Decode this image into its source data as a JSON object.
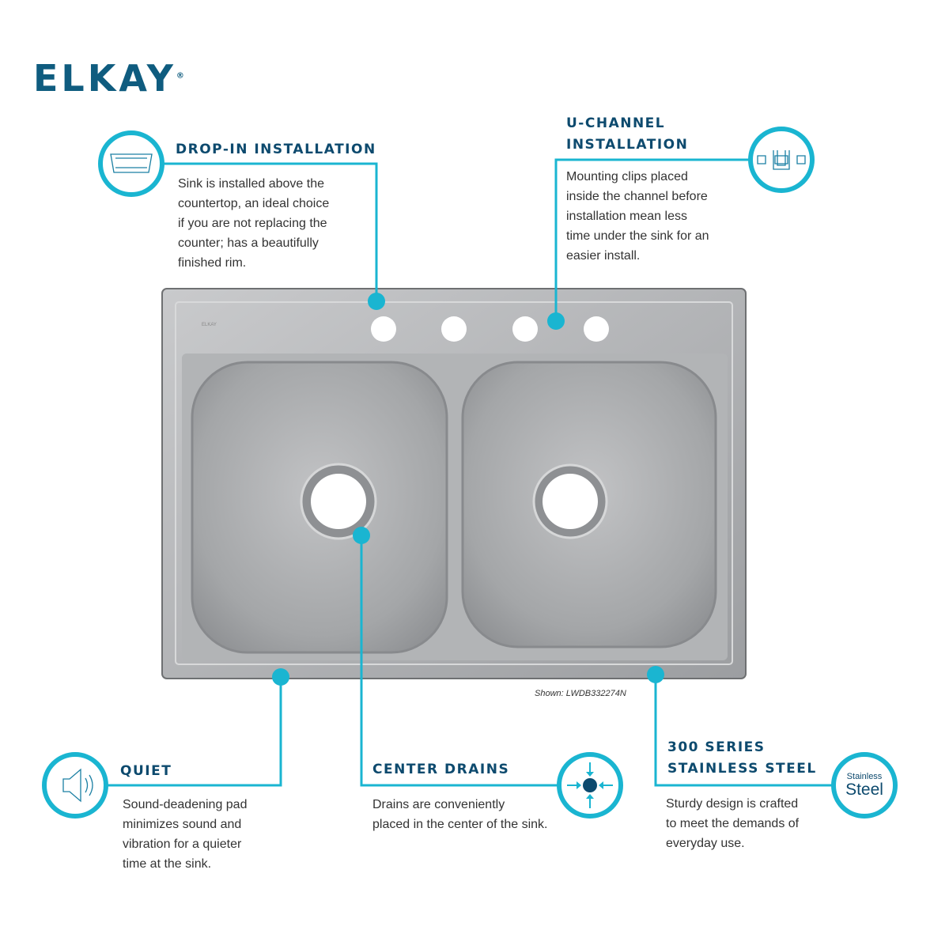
{
  "brand": {
    "name": "ELKAY",
    "mark": "®"
  },
  "colors": {
    "accent": "#1ab5d1",
    "heading": "#0d4a6e",
    "steel": "#a9abad"
  },
  "sink": {
    "caption": "Shown: LWDB332274N",
    "stamp": "ELKAY"
  },
  "callouts": [
    {
      "title": "DROP-IN INSTALLATION",
      "icon": "drop-in-sink-icon",
      "body": [
        "Sink is installed above the",
        "countertop, an ideal choice",
        "if you are not replacing the",
        "counter; has a beautifully",
        "finished rim."
      ]
    },
    {
      "title": [
        "U-CHANNEL",
        "INSTALLATION"
      ],
      "icon": "u-channel-icon",
      "body": [
        "Mounting clips placed",
        "inside the channel before",
        "installation mean less",
        "time under the sink for an",
        "easier install."
      ]
    },
    {
      "title": "QUIET",
      "icon": "speaker-icon",
      "body": [
        "Sound-deadening pad",
        "minimizes sound and",
        "vibration for a quieter",
        "time at the sink."
      ]
    },
    {
      "title": "CENTER DRAINS",
      "icon": "center-drain-icon",
      "body": [
        "Drains are conveniently",
        "placed in the center of the sink."
      ]
    },
    {
      "title": [
        "300 SERIES",
        "STAINLESS STEEL"
      ],
      "icon": "stainless-steel-icon",
      "icon_text": [
        "Stainless",
        "Steel"
      ],
      "body": [
        "Sturdy design is crafted",
        "to meet the demands of",
        "everyday use."
      ]
    }
  ]
}
